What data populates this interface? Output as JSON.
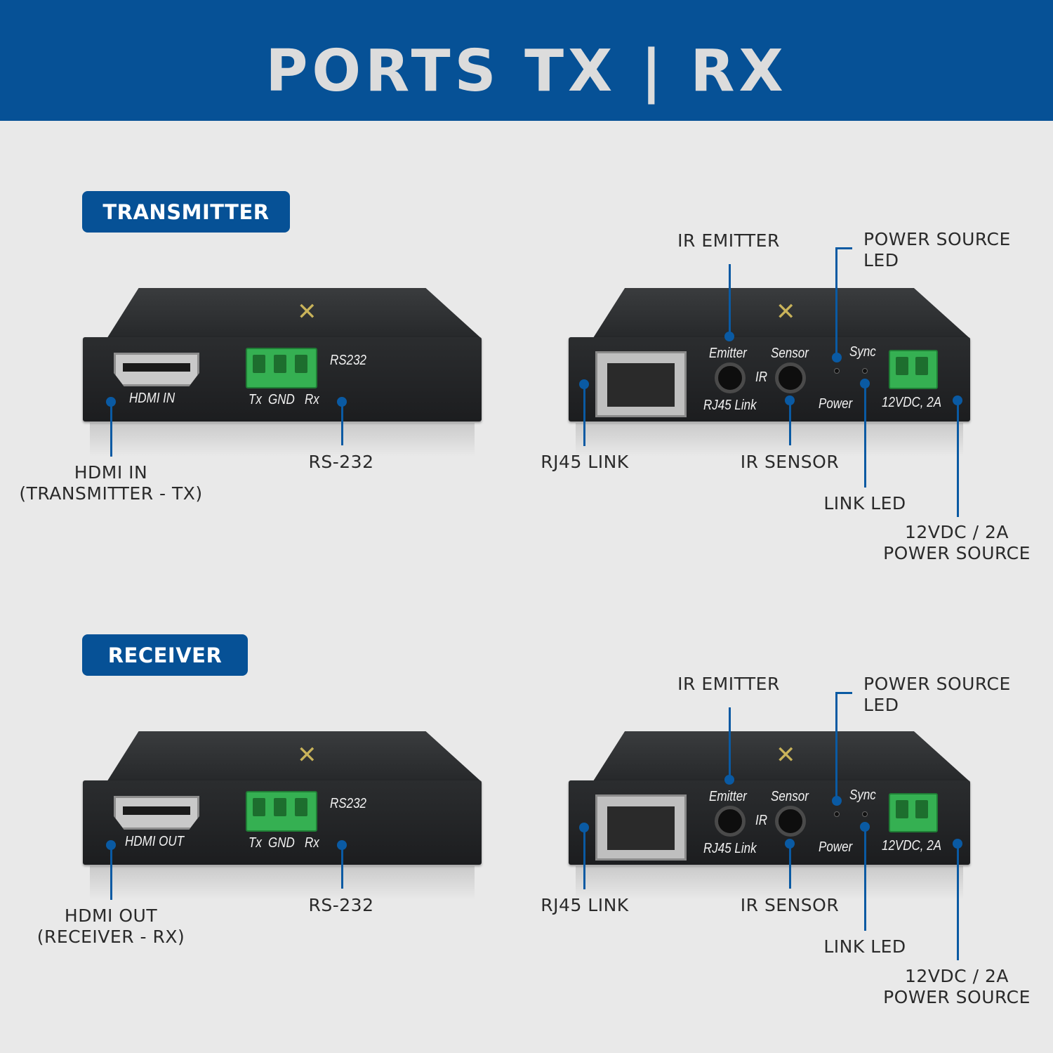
{
  "header": {
    "title": "PORTS TX | RX"
  },
  "colors": {
    "brand_blue": "#065196",
    "line_blue": "#0a5aa3",
    "terminal_green": "#35b052"
  },
  "transmitter": {
    "badge": "TRANSMITTER",
    "hdmi_device_label": "HDMI IN",
    "hdmi_label_line1": "HDMI IN",
    "hdmi_label_line2": "(TRANSMITTER - TX)",
    "rs232_label": "RS-232"
  },
  "receiver": {
    "badge": "RECEIVER",
    "hdmi_device_label": "HDMI OUT",
    "hdmi_label_line1": "HDMI OUT",
    "hdmi_label_line2": "(RECEIVER - RX)",
    "rs232_label": "RS-232"
  },
  "device_text": {
    "rs232": "RS232",
    "tx": "Tx",
    "gnd": "GND",
    "rx": "Rx",
    "emitter": "Emitter",
    "sensor": "Sensor",
    "ir": "IR",
    "sync": "Sync",
    "rj45_link": "RJ45 Link",
    "power": "Power",
    "power_rating": "12VDC, 2A"
  },
  "callouts": {
    "ir_emitter": "IR EMITTER",
    "power_source_led_line1": "POWER SOURCE",
    "power_source_led_line2": "LED",
    "rj45_link": "RJ45 LINK",
    "ir_sensor": "IR SENSOR",
    "link_led": "LINK LED",
    "power_source_line1": "12VDC / 2A",
    "power_source_line2": "POWER SOURCE"
  }
}
